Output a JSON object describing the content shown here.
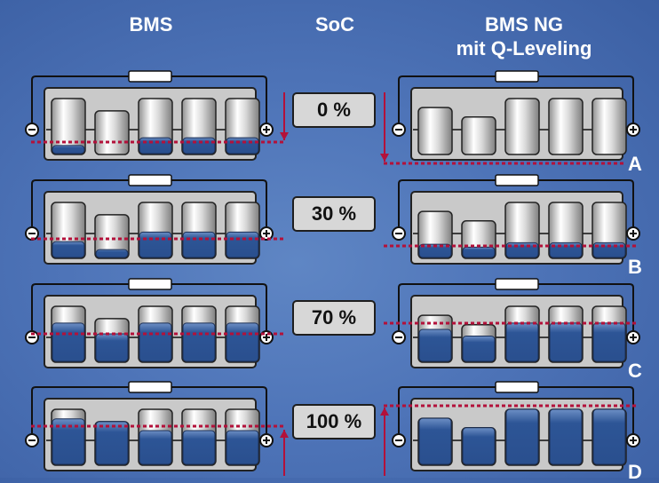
{
  "headers": {
    "bms": "BMS",
    "soc": "SoC",
    "bms_ng_line1": "BMS NG",
    "bms_ng_line2": "mit Q-Leveling"
  },
  "colors": {
    "background": "#4e74b8",
    "fill": "#2d5596",
    "level_line": "#b3113a",
    "housing": "#c9c9c9",
    "terminal_stroke": "#1a1a1a"
  },
  "rows": [
    {
      "soc_label": "0 %",
      "letter": "A",
      "bms_fill_levels": [
        0.16,
        0.0,
        0.3,
        0.3,
        0.3
      ],
      "ng_fill_levels": [
        0.0,
        0.0,
        0.0,
        0.0,
        0.0
      ],
      "bms_arrow": "down",
      "ng_arrow": "down"
    },
    {
      "soc_label": "30 %",
      "letter": "B",
      "bms_fill_levels": [
        0.3,
        0.2,
        0.47,
        0.47,
        0.47
      ],
      "ng_fill_levels": [
        0.3,
        0.3,
        0.28,
        0.28,
        0.28
      ]
    },
    {
      "soc_label": "70 %",
      "letter": "C",
      "bms_fill_levels": [
        0.7,
        0.65,
        0.7,
        0.7,
        0.7
      ],
      "ng_fill_levels": [
        0.7,
        0.7,
        0.7,
        0.7,
        0.7
      ]
    },
    {
      "soc_label": "100 %",
      "letter": "D",
      "bms_fill_levels": [
        0.83,
        1.0,
        0.62,
        0.62,
        0.62
      ],
      "ng_fill_levels": [
        1.0,
        1.0,
        1.0,
        1.0,
        1.0
      ],
      "bms_arrow": "up",
      "ng_arrow": "up"
    }
  ],
  "terminal_symbols": {
    "negative": "−",
    "positive": "+"
  }
}
